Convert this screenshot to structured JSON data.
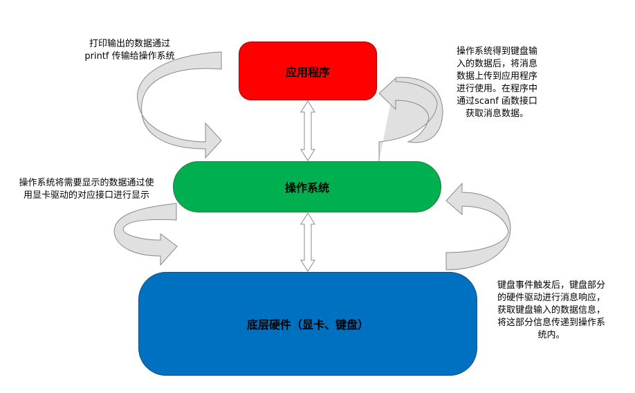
{
  "boxes": {
    "app": "应用程序",
    "os": "操作系统",
    "hw": "底层硬件（显卡、键盘）"
  },
  "notes": {
    "printf": "打印输出的数据通过\nprintf 传输给操作系统",
    "scanf": "操作系统得到键盘输\n入的数据后，将消息\n数据上传到应用程序\n进行使用。在程序中\n通过scanf 函数接口\n获取消息数据。",
    "display": "操作系统将需要显示的数据通过使\n用显卡驱动的对应接口进行显示",
    "keyboard": "键盘事件触发后，键盘部分\n的硬件驱动进行消息响应，\n获取键盘输入的数据信息，\n将这部分信息传递到操作系\n统内。"
  },
  "colors": {
    "app": "#ff0000",
    "os": "#00b050",
    "hw": "#0070c0",
    "arrow": "#d9d9d9"
  }
}
